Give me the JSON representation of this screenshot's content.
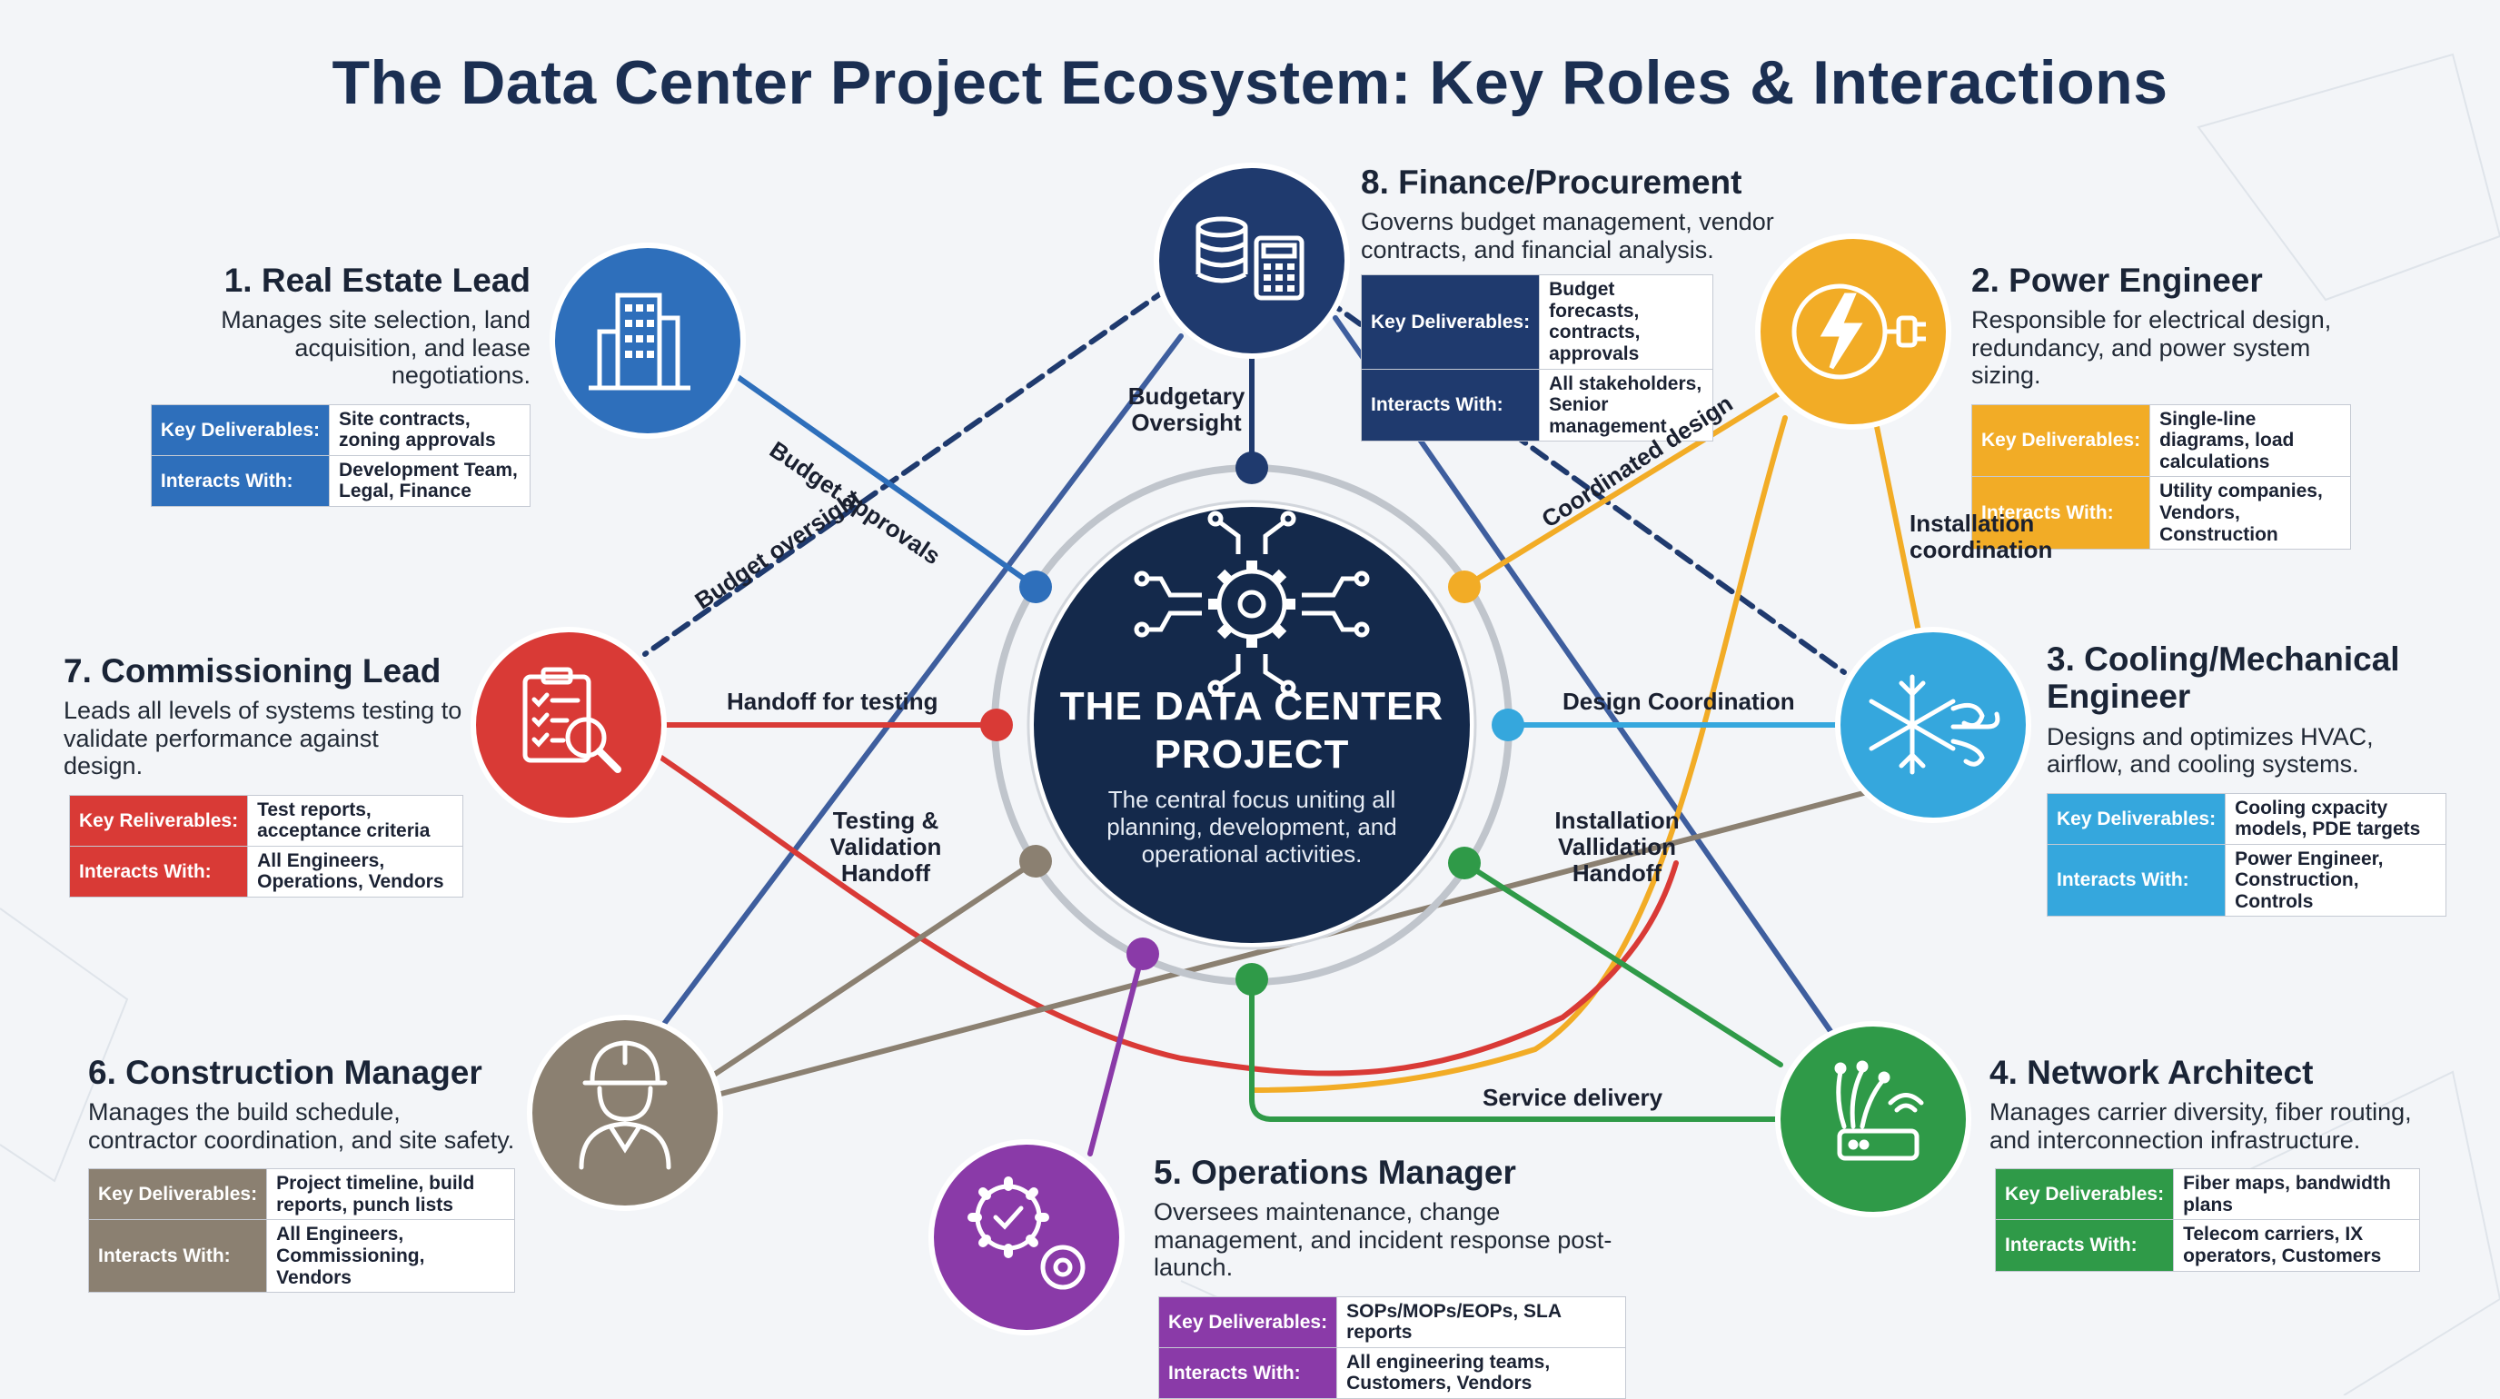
{
  "title": "The Data Center Project Ecosystem: Key Roles & Interactions",
  "hub": {
    "title": "THE DATA CENTER PROJECT",
    "subtitle": "The central focus uniting all planning, development, and operational activities."
  },
  "colors": {
    "navy": "#1f3a6e",
    "realEstate": "#2e6fbb",
    "power": "#f2ac26",
    "cooling": "#35a7dd",
    "network": "#2f9a48",
    "operations": "#8a3aa8",
    "construction": "#8b8071",
    "commissioning": "#d93a36",
    "finance": "#1f3a6e",
    "hub": "#14294b"
  },
  "labels": {
    "key_deliverables": "Key Deliverables:",
    "key_reliverables": "Key Reliverables:",
    "interacts_with": "Interacts With:"
  },
  "roles": {
    "real_estate": {
      "title": "1. Real Estate Lead",
      "desc": "Manages site selection, land acquisition, and lease negotiations.",
      "deliverables": "Site contracts, zoning approvals",
      "interacts": "Development Team, Legal, Finance",
      "icon": "building-icon"
    },
    "power": {
      "title": "2. Power Engineer",
      "desc": "Responsible for electrical design, redundancy, and power system sizing.",
      "deliverables": "Single-line diagrams, load calculations",
      "interacts": "Utility companies, Vendors, Construction",
      "icon": "lightning-plug-icon"
    },
    "cooling": {
      "title": "3. Cooling/Mechanical Engineer",
      "desc": "Designs and optimizes HVAC, airflow, and cooling systems.",
      "deliverables": "Cooling cxpacity models, PDE targets",
      "interacts": "Power Engineer, Construction, Controls",
      "icon": "snowflake-icon"
    },
    "network": {
      "title": "4. Network Architect",
      "desc": "Manages carrier diversity, fiber routing, and interconnection infrastructure.",
      "deliverables": "Fiber maps, bandwidth plans",
      "interacts": "Telecom carriers, IX operators, Customers",
      "icon": "router-fiber-icon"
    },
    "operations": {
      "title": "5. Operations Manager",
      "desc": "Oversees maintenance, change management, and incident response post-launch.",
      "deliverables": "SOPs/MOPs/EOPs, SLA reports",
      "interacts": "All engineering teams, Customers, Vendors",
      "icon": "gears-check-icon"
    },
    "construction": {
      "title": "6. Construction Manager",
      "desc": "Manages the build schedule, contractor coordination, and site safety.",
      "deliverables": "Project timeline, build reports, punch lists",
      "interacts": "All Engineers, Commissioning, Vendors",
      "icon": "hardhat-worker-icon"
    },
    "commissioning": {
      "title": "7. Commissioning Lead",
      "desc": "Leads all levels of systems testing to validate performance against design.",
      "deliverables": "Test reports, acceptance criteria",
      "interacts": "All Engineers, Operations, Vendors",
      "icon": "clipboard-magnifier-icon"
    },
    "finance": {
      "title": "8. Finance/Procurement",
      "desc": "Governs budget management, vendor contracts, and financial analysis.",
      "deliverables": "Budget forecasts, contracts, approvals",
      "interacts": "All stakeholders, Senior management",
      "icon": "coins-calculator-icon"
    }
  },
  "connections": {
    "budget_approvals": "Budget approvals",
    "budget_oversight": "Budget oversight",
    "budgetary_oversight": "Budgetary Oversight",
    "coordinated_design": "Coordinated design",
    "installation_coordination": "Installation coordination",
    "design_coordination": "Design Coordination",
    "handoff_for_testing": "Handoff for testing",
    "testing_validation_handoff": "Testing & Validation Handoff",
    "installation_validation_handoff": "Installation Vallidation Handoff",
    "service_delivery": "Service delivery"
  }
}
